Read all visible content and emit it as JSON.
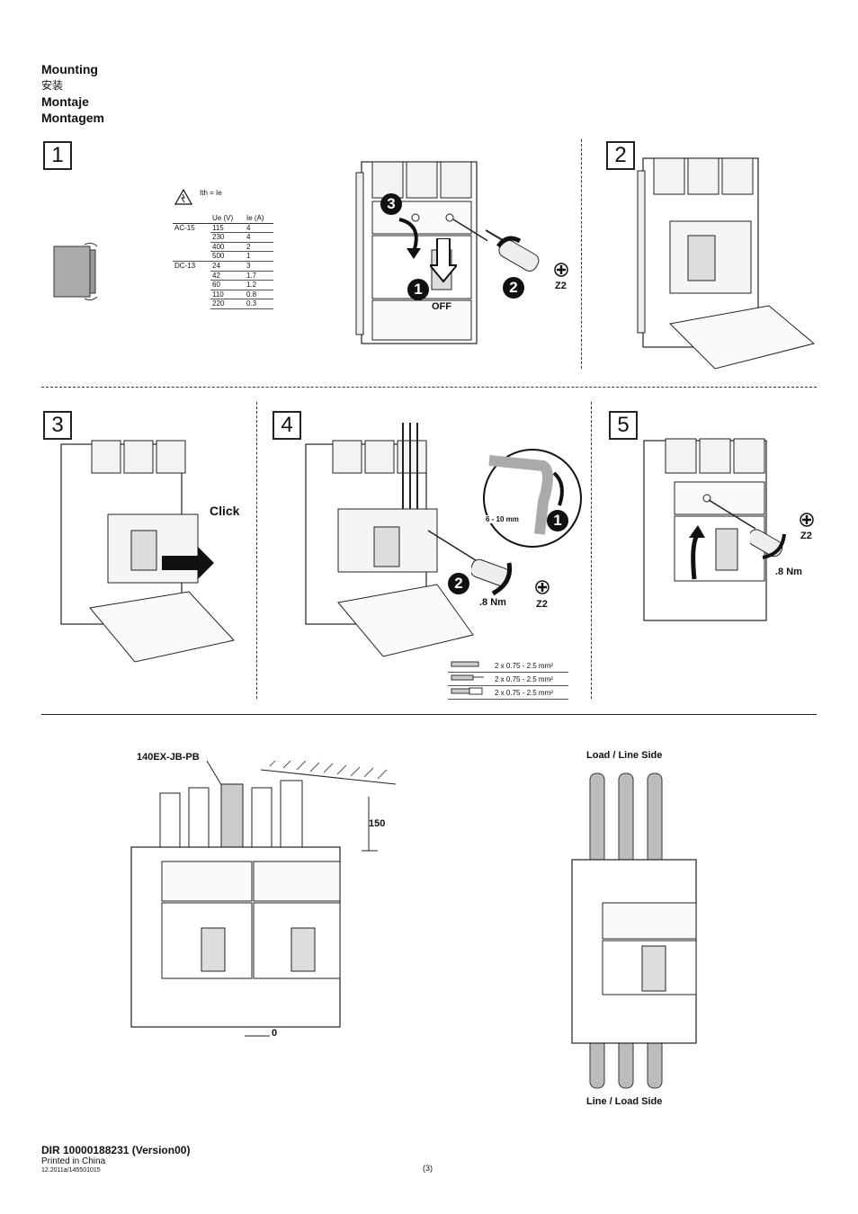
{
  "header": {
    "title_en": "Mounting",
    "title_zh": "安装",
    "title_es": "Montaje",
    "title_pt": "Montagem"
  },
  "steps": {
    "s1": "1",
    "s2": "2",
    "s3": "3",
    "s4": "4",
    "s5": "5"
  },
  "step1": {
    "formula": "Ith = Ie",
    "col_u": "Ue (V)",
    "col_i": "Ie (A)",
    "rows": [
      {
        "cat": "AC-15",
        "u": "115",
        "i": "4"
      },
      {
        "cat": "",
        "u": "230",
        "i": "4"
      },
      {
        "cat": "",
        "u": "400",
        "i": "2"
      },
      {
        "cat": "",
        "u": "500",
        "i": "1"
      },
      {
        "cat": "DC-13",
        "u": "24",
        "i": "3"
      },
      {
        "cat": "",
        "u": "42",
        "i": "1.7"
      },
      {
        "cat": "",
        "u": "60",
        "i": "1.2"
      },
      {
        "cat": "",
        "u": "110",
        "i": "0.8"
      },
      {
        "cat": "",
        "u": "220",
        "i": "0.3"
      }
    ],
    "callouts": [
      "3",
      "1",
      "2"
    ],
    "off": "OFF",
    "tool": "Z2"
  },
  "step3": {
    "click": "Click"
  },
  "step4": {
    "strip": "6 - 10 mm",
    "callout1": "1",
    "callout2": "2",
    "torque": ".8 Nm",
    "tool": "Z2",
    "wires": [
      "2 x 0.75 - 2.5 mm²",
      "2 x 0.75 - 2.5 mm²",
      "2 x 0.75 - 2.5 mm²"
    ]
  },
  "step5": {
    "tool": "Z2",
    "torque": ".8 Nm"
  },
  "bottom": {
    "part": "140EX-JB-PB",
    "dist": "150",
    "zero": "0",
    "top_side": "Load / Line Side",
    "bottom_side": "Line / Load Side"
  },
  "footer": {
    "doc": "DIR 10000188231 (Version00)",
    "printed": "Printed in China",
    "code": "12.2011a/145501015",
    "page": "(3)"
  }
}
